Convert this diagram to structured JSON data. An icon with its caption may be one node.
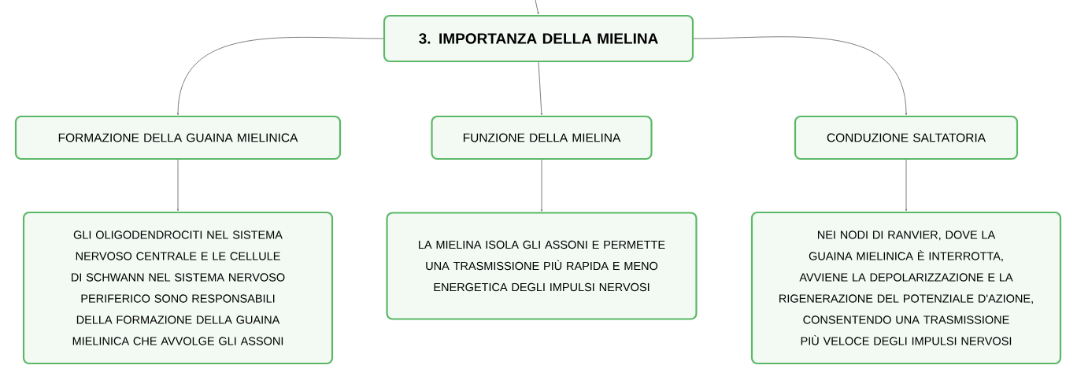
{
  "diagram": {
    "nodes": [
      {
        "text": [
          "3. IMPORTANZA DELLA MIELINA"
        ]
      },
      {
        "text": [
          "FORMAZIONE DELLA GUAINA MIELINICA"
        ]
      },
      {
        "text": [
          "FUNZIONE DELLA MIELINA"
        ]
      },
      {
        "text": [
          "CONDUZIONE SALTATORIA"
        ]
      },
      {
        "text": [
          "GLI OLIGODENDROCITI NEL SISTEMA NERVOSO CENTRALE E LE CELLULE DI SCHWANN NEL SISTEMA NERVOSO PERIFERICO SONO RESPONSABILI DELLA FORMAZIONE DELLA GUAINA MIELINICA CHE AVVOLGE GLI ASSONI"
        ]
      },
      {
        "text": [
          "LA MIELINA ISOLA GLI ASSONI E PERMETTE UNA TRASMISSIONE PIÙ RAPIDA E MENO ENERGETICA DEGLI IMPULSI NERVOSI"
        ]
      },
      {
        "text": [
          "NEI NODI DI RANVIER, DOVE LA GUAINA MIELINICA È INTERROTTA, AVVIENE LA DEPOLARIZZAZIONE E LA RIGENERAZIONE DEL POTENZIALE D'AZIONE, CONSENTENDO UNA TRASMISSIONE PIÙ VELOCE DEGLI IMPULSI NERVOSI"
        ]
      }
    ],
    "edges": [
      {
        "from": null,
        "to": 0,
        "arrow": "to"
      },
      {
        "from": 0,
        "to": 1,
        "arrow": "to"
      },
      {
        "from": 0,
        "to": 2,
        "arrow": "to"
      },
      {
        "from": 0,
        "to": 3,
        "arrow": "to"
      },
      {
        "from": 1,
        "to": 4,
        "arrow": "to"
      },
      {
        "from": 2,
        "to": 5,
        "arrow": "to"
      },
      {
        "from": 3,
        "to": 6,
        "arrow": "to"
      }
    ]
  }
}
